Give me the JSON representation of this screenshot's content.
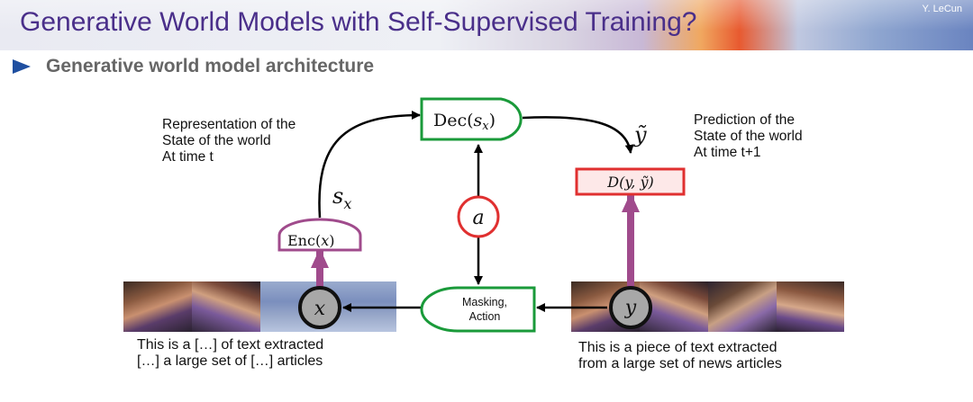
{
  "header": {
    "title": "Generative World Models with Self-Supervised Training?",
    "author": "Y. LeCun"
  },
  "section": {
    "subtitle": "Generative world model architecture"
  },
  "annotations": {
    "left_lines": [
      "Representation of the",
      "State of the world",
      "At time t"
    ],
    "right_lines": [
      "Prediction of the",
      "State of the world",
      "At time t+1"
    ]
  },
  "nodes": {
    "dec": {
      "fn": "Dec(",
      "arg": "s",
      "sub": "x",
      "close": ")"
    },
    "enc": {
      "fn": "Enc(",
      "arg": "x",
      "close": ")"
    },
    "dist": {
      "text": "D(y, ỹ)"
    },
    "action": {
      "symbol": "a"
    },
    "masking": {
      "line1": "Masking,",
      "line2": "Action"
    },
    "x_var": {
      "symbol": "x"
    },
    "y_var": {
      "symbol": "y"
    },
    "sx_label": {
      "base": "s",
      "sub": "x"
    },
    "ytilde_label": {
      "symbol": "ỹ"
    }
  },
  "captions": {
    "left": [
      "This is a […] of text extracted",
      "[…] a large set of […] articles"
    ],
    "right": [
      "This is a piece of text extracted",
      "from a large set of news articles"
    ]
  },
  "colors": {
    "green": "#1a9a3a",
    "purple": "#a04b8c",
    "red": "#e03030",
    "title": "#4a2f8a",
    "bullet": "#1f4fa0"
  }
}
